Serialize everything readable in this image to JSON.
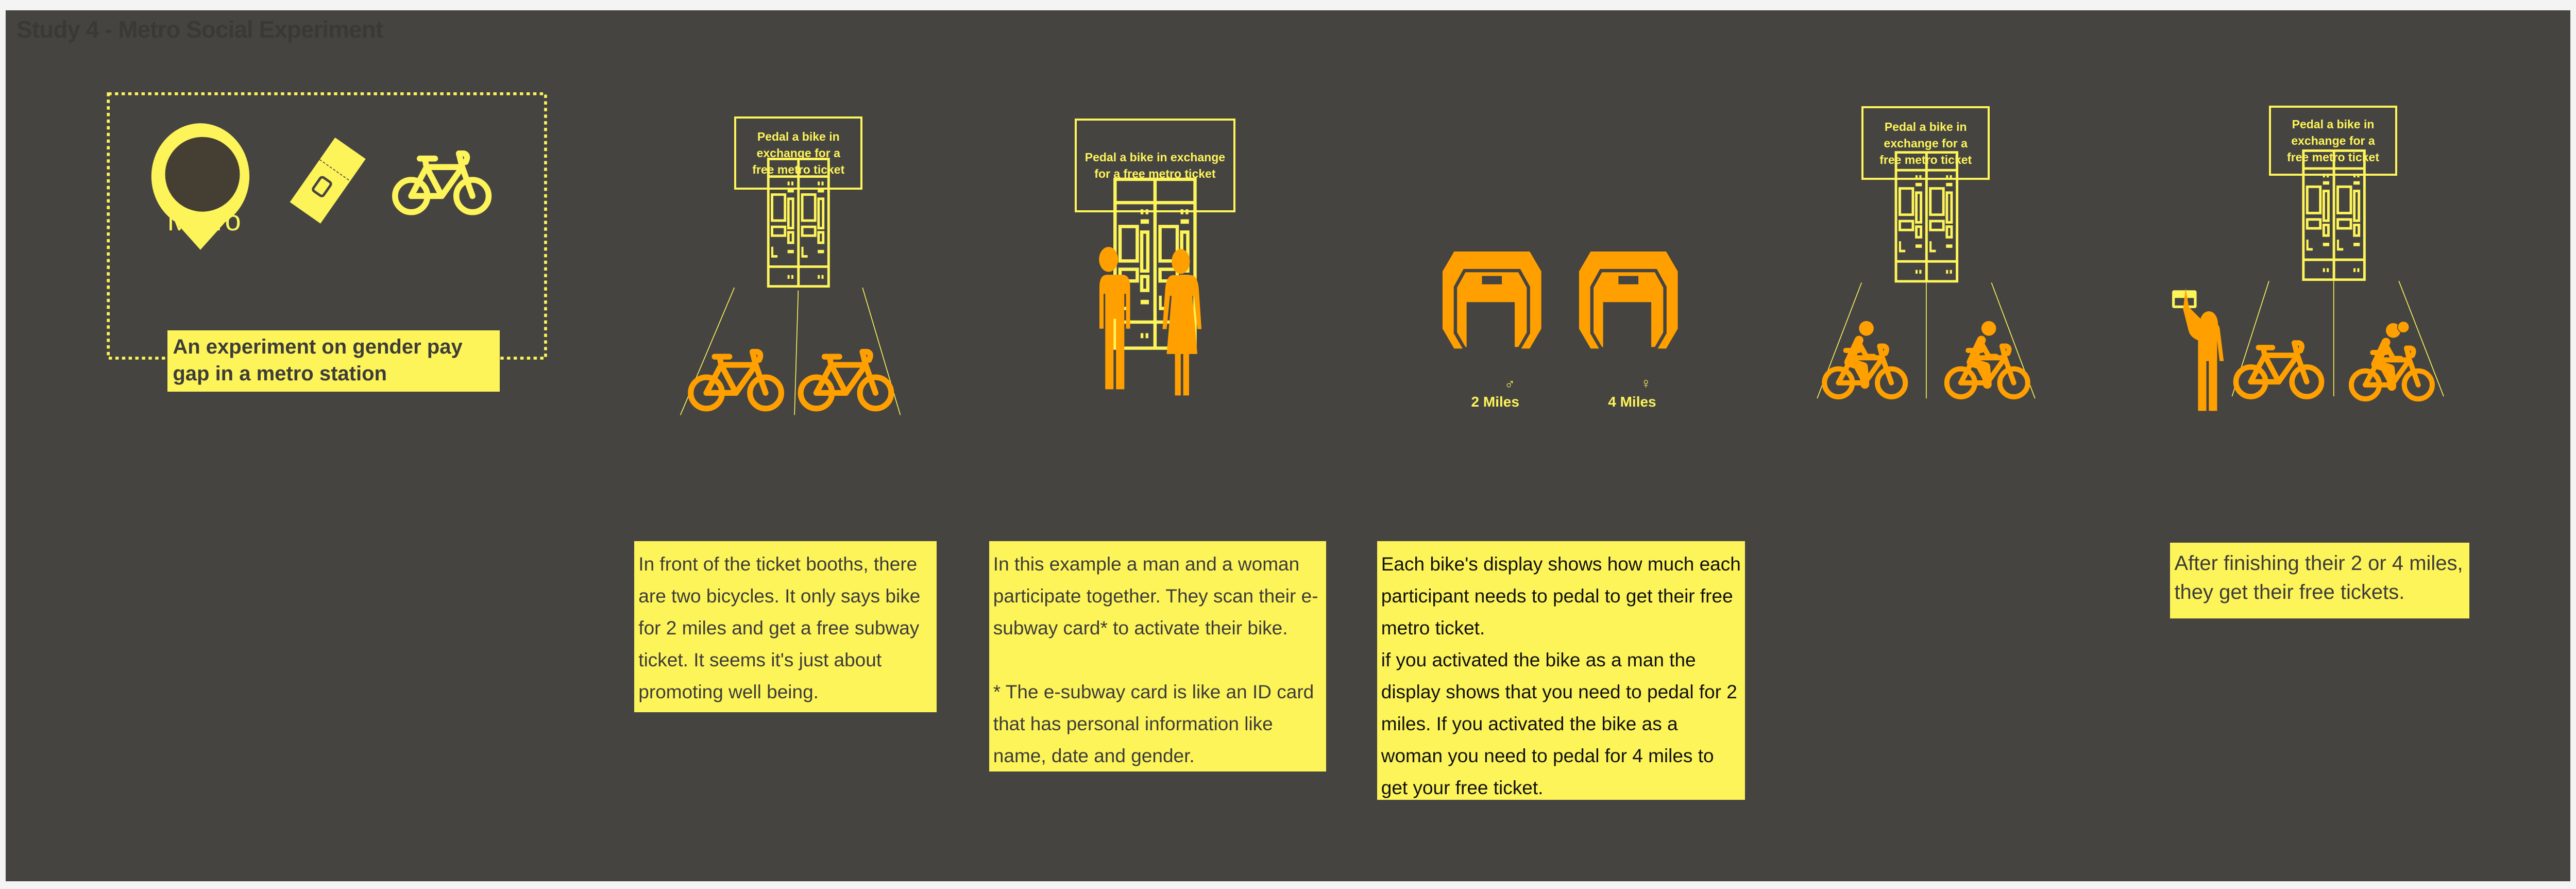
{
  "title": "Study 4 - Metro Social Experiment",
  "colors": {
    "board": "#454441",
    "yellow": "#fdf45a",
    "orange": "#ffa000"
  },
  "intro": {
    "pin_label": "Metro",
    "caption": "An experiment on gender pay gap in a metro station",
    "icons": [
      "map-pin-icon",
      "metro-ticket-icon",
      "bicycle-icon"
    ]
  },
  "signs": {
    "panel2": "Pedal a bike in exchange for a free metro ticket",
    "panel3": "Pedal a bike in exchange for a free metro ticket",
    "panel5": "Pedal a bike in exchange for a free metro ticket",
    "panel6": "Pedal a bike in exchange for a free metro ticket"
  },
  "displays": {
    "man": {
      "value": "2 Miles",
      "symbol": "♂"
    },
    "woman": {
      "value": "4 Miles",
      "symbol": "♀"
    }
  },
  "captions": {
    "panel2": [
      "In front of the ticket booths, there are two bicycles. It only says bike for 2 miles and get a free subway ticket. It seems it's just about promoting well being."
    ],
    "panel3": [
      "In this example a man and a woman participate together. They scan their e-subway card* to activate their bike.",
      "* The e-subway card is like an ID card that has personal information like name, date and gender."
    ],
    "panel4": [
      "Each bike's display shows how much each participant needs to pedal to get their free metro ticket.",
      "if you activated the bike as a man  the display shows that you need to pedal for 2 miles. If you activated the bike as a woman you need to pedal for 4 miles to get your free ticket."
    ],
    "panel6": [
      "After finishing their 2 or 4 miles, they get their free tickets."
    ]
  }
}
